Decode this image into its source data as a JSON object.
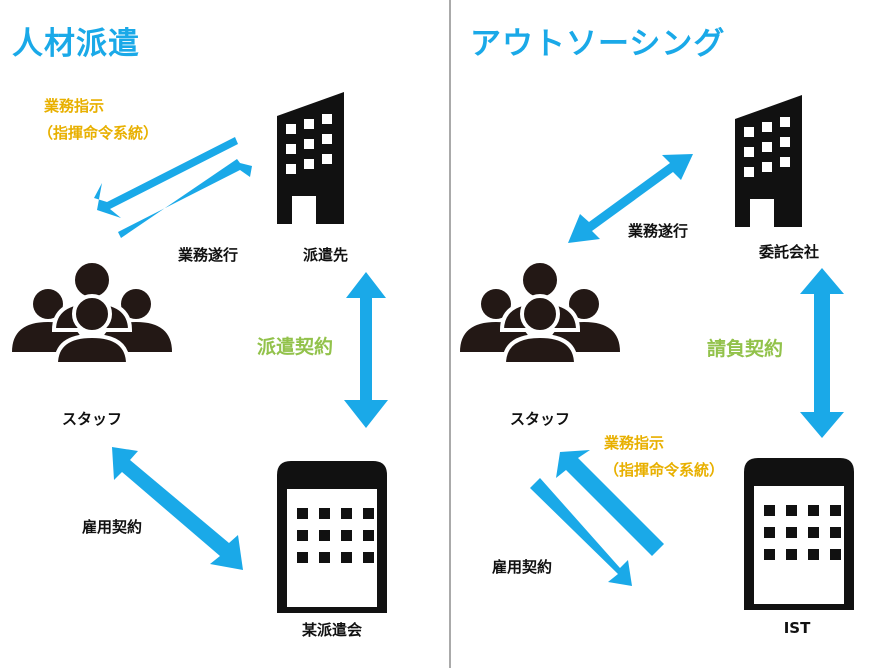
{
  "left_panel": {
    "title": "人材派遣",
    "instruction_label": "業務指示",
    "instruction_sub": "（指揮命令系統）",
    "execution_label": "業務遂行",
    "client_label": "派遣先",
    "staff_label": "スタッフ",
    "dispatch_contract_label": "派遣契約",
    "employment_contract_label": "雇用契約",
    "agency_label": "某派遣会"
  },
  "right_panel": {
    "title": "アウトソーシング",
    "execution_label": "業務遂行",
    "client_label": "委託会社",
    "staff_label": "スタッフ",
    "contract_label": "請負契約",
    "instruction_label": "業務指示",
    "instruction_sub": "（指揮命令系統）",
    "employment_contract_label": "雇用契約",
    "contractor_label": "IST"
  },
  "colors": {
    "title": "#1aa9e8",
    "arrow": "#1aa9e8",
    "instruction": "#e8b000",
    "contract": "#92c24b",
    "icon": "#111111",
    "people_icon": "#231815",
    "divider": "#555555"
  },
  "icons": {
    "building": "office-building-icon",
    "people": "people-group-icon",
    "block_building": "block-building-icon"
  }
}
